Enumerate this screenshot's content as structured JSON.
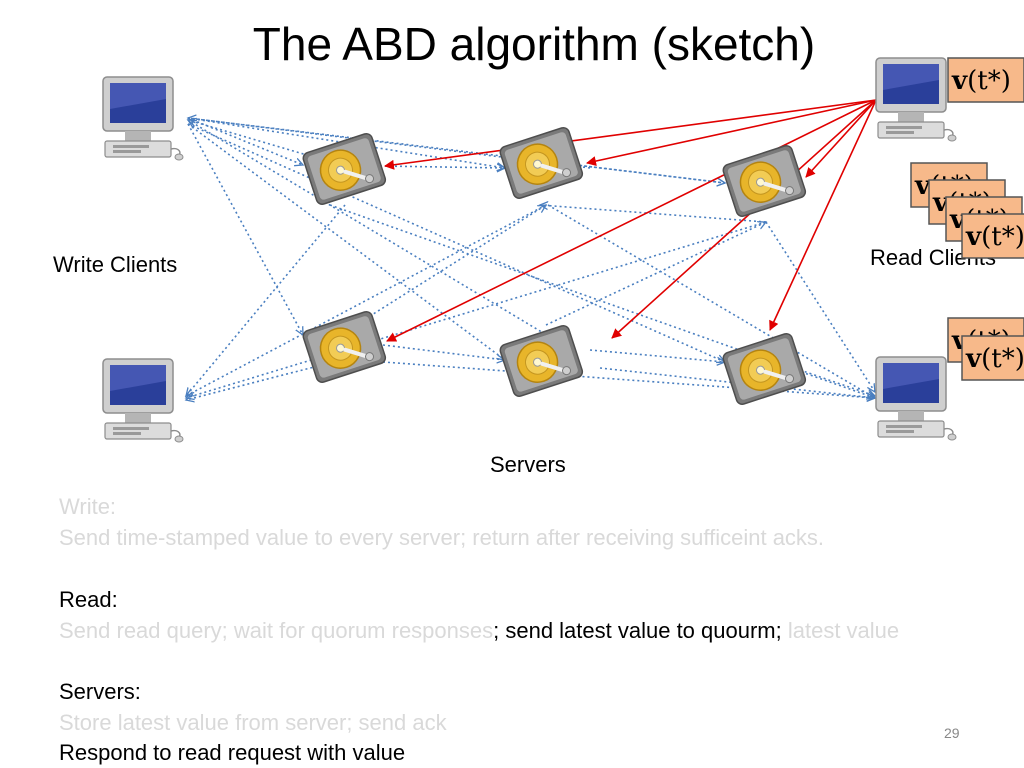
{
  "title": "The ABD algorithm (sketch)",
  "labels": {
    "write_clients": "Write Clients",
    "read_clients": "Read Clients",
    "servers": "Servers"
  },
  "value_card": {
    "bold": "v",
    "rest": "(t*)"
  },
  "text": {
    "write_heading": "Write:",
    "write_body": "Send time-stamped value to every server; return after receiving sufficeint acks.",
    "read_heading": "Read:",
    "read_body_1": "Send read query; wait for quorum responses",
    "read_body_2": "; send latest value to quourm;",
    "read_body_3": " latest value",
    "servers_heading": "Servers:",
    "servers_body_1": "Store latest value from server; send ack",
    "servers_body_2": "Respond to read request with value"
  },
  "page_number": "29",
  "colors": {
    "red_arrow": "#e00000",
    "blue_dotted": "#4a7fc0",
    "card_fill": "#f7b98a",
    "faded_text": "#d9d9d9"
  },
  "icons": [
    "computer-icon",
    "hard-drive-icon"
  ]
}
